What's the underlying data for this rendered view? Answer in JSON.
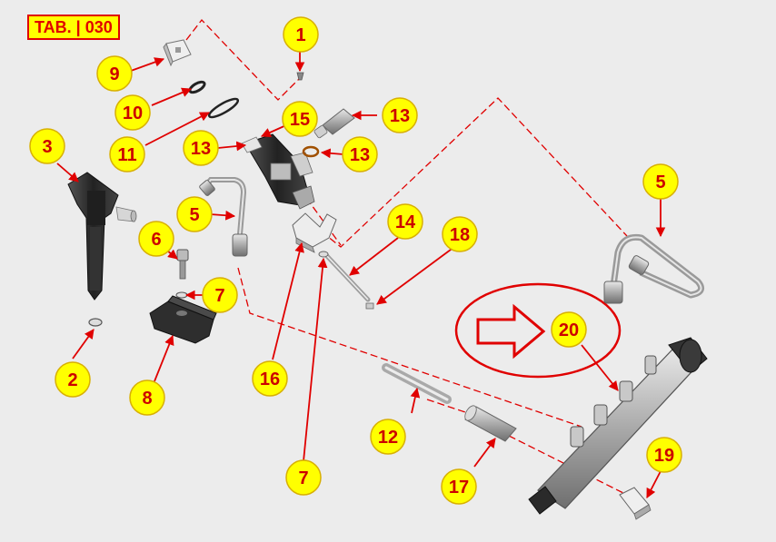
{
  "title": "TAB. | 030",
  "colors": {
    "callout_fill": "#ffff00",
    "callout_stroke": "#d8b000",
    "callout_text": "#cc0000",
    "leader": "#e00000",
    "highlight_ellipse": "#e00000",
    "arrow_outline": "#e00000",
    "part_dark": "#2b2b2b",
    "part_metal": "#b8b8b8"
  },
  "callouts": [
    {
      "id": "c1",
      "label": "1"
    },
    {
      "id": "c2",
      "label": "2"
    },
    {
      "id": "c3",
      "label": "3"
    },
    {
      "id": "c5a",
      "label": "5"
    },
    {
      "id": "c5b",
      "label": "5"
    },
    {
      "id": "c6",
      "label": "6"
    },
    {
      "id": "c7a",
      "label": "7"
    },
    {
      "id": "c7b",
      "label": "7"
    },
    {
      "id": "c8",
      "label": "8"
    },
    {
      "id": "c9",
      "label": "9"
    },
    {
      "id": "c10",
      "label": "10"
    },
    {
      "id": "c11",
      "label": "11"
    },
    {
      "id": "c12",
      "label": "12"
    },
    {
      "id": "c13a",
      "label": "13"
    },
    {
      "id": "c13b",
      "label": "13"
    },
    {
      "id": "c13c",
      "label": "13"
    },
    {
      "id": "c14",
      "label": "14"
    },
    {
      "id": "c15",
      "label": "15"
    },
    {
      "id": "c16",
      "label": "16"
    },
    {
      "id": "c17",
      "label": "17"
    },
    {
      "id": "c18",
      "label": "18"
    },
    {
      "id": "c19",
      "label": "19"
    },
    {
      "id": "c20",
      "label": "20"
    }
  ]
}
